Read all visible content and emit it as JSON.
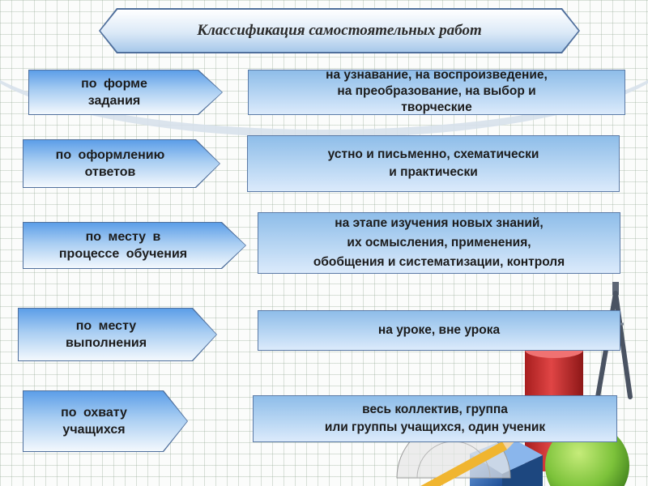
{
  "title": "Классификация самостоятельных работ",
  "rows": [
    {
      "criterion": "по    форме\nзадания",
      "description": "на    узнавание,    на    воспроизведение,\nна преобразование, на выбор и\nтворческие"
    },
    {
      "criterion": "по  оформлению\nответов",
      "description": "устно   и   письменно,   схематически\nи практически"
    },
    {
      "criterion": "по месту в\nпроцессе обучения",
      "description": "на этапе изучения новых знаний,\nих осмысления, применения,\nобобщения и систематизации, контроля"
    },
    {
      "criterion": "по месту\nвыполнения",
      "description": "на уроке, вне урока"
    },
    {
      "criterion": "по охвату\nучащихся",
      "description": "весь коллектив, группа\nили группы учащихся, один ученик"
    }
  ]
}
